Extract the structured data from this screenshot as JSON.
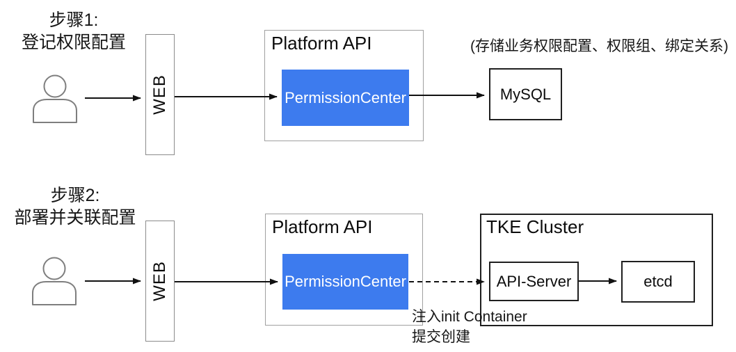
{
  "colors": {
    "accent_blue": "#3D7BEE"
  },
  "step1": {
    "title_line1": "步骤1:",
    "title_line2": "登记权限配置",
    "web_label": "WEB",
    "platform_title": "Platform API",
    "permission_center_label": "PermissionCenter",
    "mysql_label": "MySQL",
    "annotation": "(存储业务权限配置、权限组、绑定关系)"
  },
  "step2": {
    "title_line1": "步骤2:",
    "title_line2": "部署并关联配置",
    "web_label": "WEB",
    "platform_title": "Platform API",
    "permission_center_label": "PermissionCenter",
    "cluster_title": "TKE Cluster",
    "api_server_label": "API-Server",
    "etcd_label": "etcd",
    "annotation_line1": "注入init Container",
    "annotation_line2": "提交创建"
  }
}
